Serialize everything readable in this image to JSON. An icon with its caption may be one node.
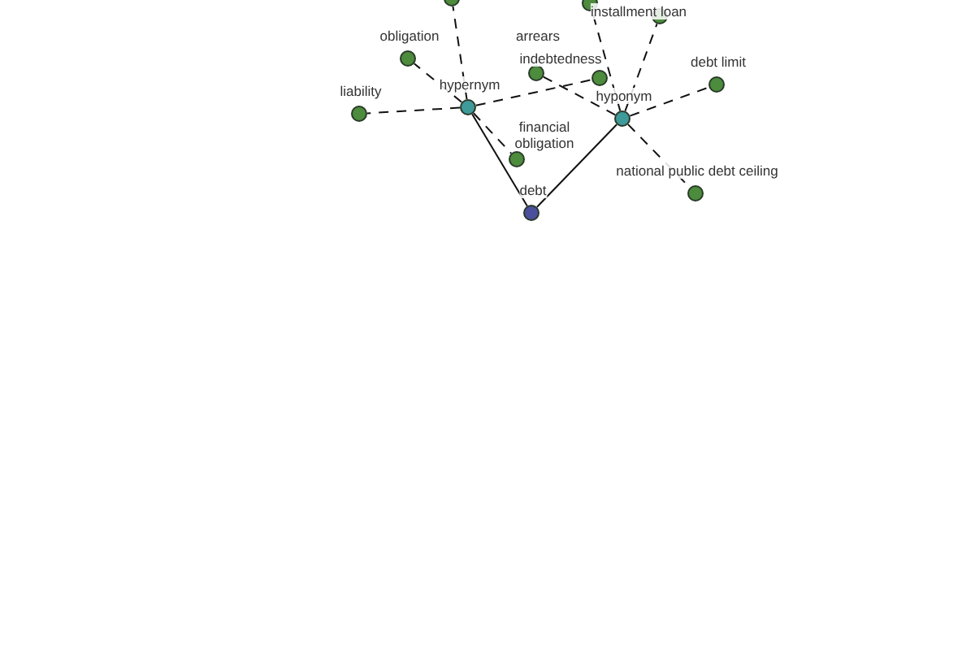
{
  "diagram": {
    "nodes": [
      {
        "text": [
          "hypernym"
        ]
      },
      {
        "text": [
          "hyponym"
        ]
      },
      {
        "text": [
          "debt"
        ]
      },
      {
        "text": [
          "obligation"
        ]
      },
      {
        "text": [
          "liability"
        ]
      },
      {
        "text": [
          "financial obligation"
        ]
      },
      {
        "text": [
          "arrears"
        ]
      },
      {
        "text": [
          "indebtedness"
        ]
      },
      {
        "text": [],
        "shape": "circle"
      },
      {
        "text": [],
        "shape": "circle"
      },
      {
        "text": [
          "installment loan"
        ]
      },
      {
        "text": [
          "debt limit"
        ]
      },
      {
        "text": [
          "national public debt ceiling"
        ]
      }
    ],
    "edges": [
      {
        "from": 2,
        "to": 0,
        "arrow": "none"
      },
      {
        "from": 2,
        "to": 1,
        "arrow": "none"
      },
      {
        "from": 0,
        "to": 3,
        "arrow": "none",
        "style": "dashed"
      },
      {
        "from": 0,
        "to": 4,
        "arrow": "none",
        "style": "dashed"
      },
      {
        "from": 0,
        "to": 5,
        "arrow": "none",
        "style": "dashed"
      },
      {
        "from": 0,
        "to": 8,
        "arrow": "none",
        "style": "dashed"
      },
      {
        "from": 0,
        "to": 7,
        "arrow": "none",
        "style": "dashed"
      },
      {
        "from": 1,
        "to": 6,
        "arrow": "none",
        "style": "dashed"
      },
      {
        "from": 1,
        "to": 9,
        "arrow": "none",
        "style": "dashed"
      },
      {
        "from": 1,
        "to": 10,
        "arrow": "none",
        "style": "dashed"
      },
      {
        "from": 1,
        "to": 11,
        "arrow": "none",
        "style": "dashed"
      },
      {
        "from": 1,
        "to": 12,
        "arrow": "none",
        "style": "dashed"
      }
    ]
  }
}
